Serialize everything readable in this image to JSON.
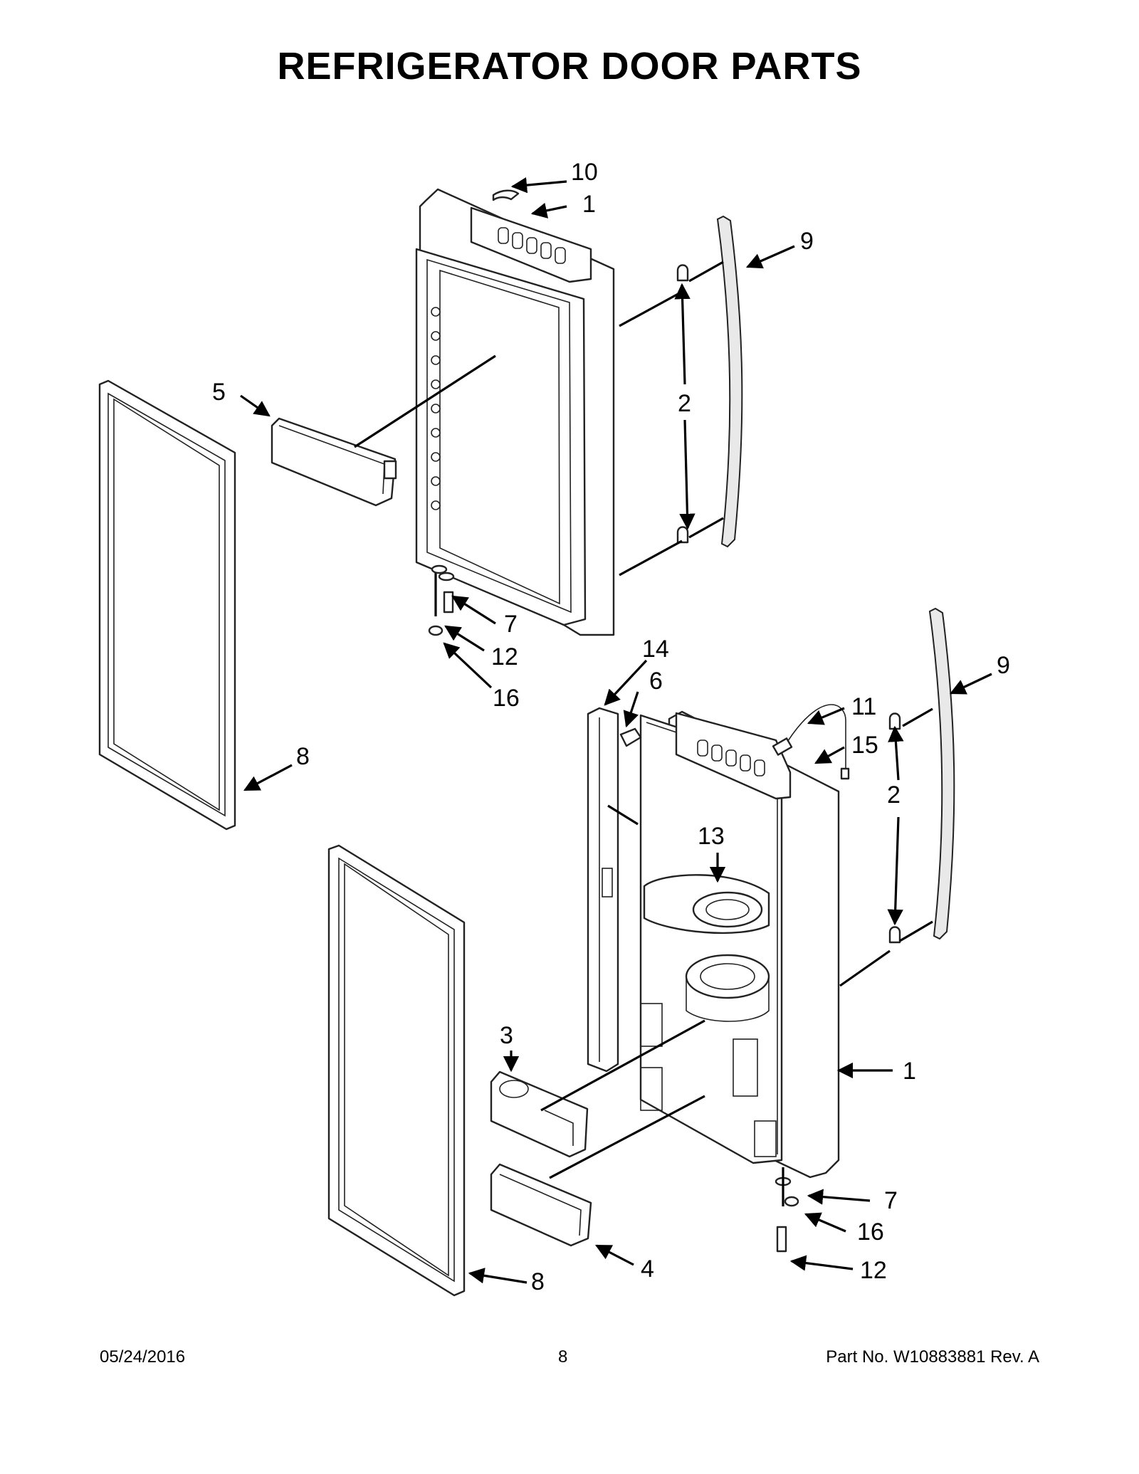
{
  "title": "REFRIGERATOR DOOR PARTS",
  "footer": {
    "date": "05/24/2016",
    "page": "8",
    "part_no": "Part No.  W10883881  Rev.  A"
  },
  "callouts": [
    {
      "key": "c10",
      "label": "10"
    },
    {
      "key": "c1a",
      "label": "1"
    },
    {
      "key": "c9a",
      "label": "9"
    },
    {
      "key": "c2a",
      "label": "2"
    },
    {
      "key": "c5",
      "label": "5"
    },
    {
      "key": "c7a",
      "label": "7"
    },
    {
      "key": "c12a",
      "label": "12"
    },
    {
      "key": "c16a",
      "label": "16"
    },
    {
      "key": "c8a",
      "label": "8"
    },
    {
      "key": "c14",
      "label": "14"
    },
    {
      "key": "c6",
      "label": "6"
    },
    {
      "key": "c11",
      "label": "11"
    },
    {
      "key": "c15",
      "label": "15"
    },
    {
      "key": "c9b",
      "label": "9"
    },
    {
      "key": "c2b",
      "label": "2"
    },
    {
      "key": "c13",
      "label": "13"
    },
    {
      "key": "c3",
      "label": "3"
    },
    {
      "key": "c1b",
      "label": "1"
    },
    {
      "key": "c7b",
      "label": "7"
    },
    {
      "key": "c16b",
      "label": "16"
    },
    {
      "key": "c12b",
      "label": "12"
    },
    {
      "key": "c8b",
      "label": "8"
    },
    {
      "key": "c4",
      "label": "4"
    }
  ]
}
